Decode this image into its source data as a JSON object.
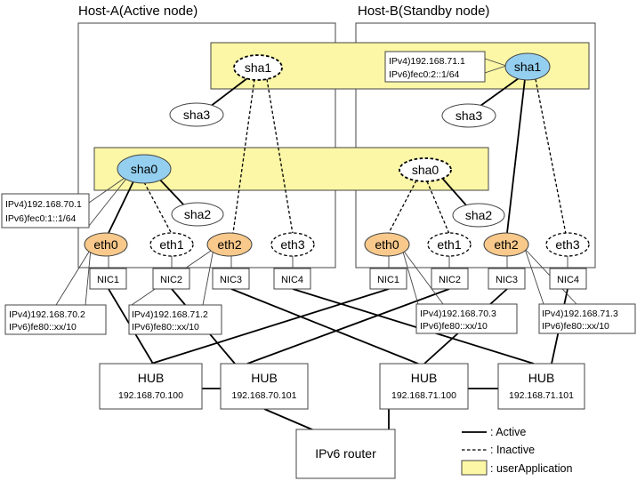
{
  "hosts": {
    "a": "Host-A(Active node)",
    "b": "Host-B(Standby node)"
  },
  "interfaces": {
    "sha0": "sha0",
    "sha1": "sha1",
    "sha2": "sha2",
    "sha3": "sha3",
    "eth0": "eth0",
    "eth1": "eth1",
    "eth2": "eth2",
    "eth3": "eth3"
  },
  "nics": {
    "nic1": "NIC1",
    "nic2": "NIC2",
    "nic3": "NIC3",
    "nic4": "NIC4"
  },
  "addresses": {
    "a_sha0": {
      "v4": "IPv4)192.168.70.1",
      "v6": "IPv6)fec0:1::1/64"
    },
    "b_sha1": {
      "v4": "IPv4)192.168.71.1",
      "v6": "IPv6)fec0:2::1/64"
    },
    "a_eth0": {
      "v4": "IPv4)192.168.70.2",
      "v6": "IPv6)fe80::xx/10"
    },
    "a_eth2": {
      "v4": "IPv4)192.168.71.2",
      "v6": "IPv6)fe80::xx/10"
    },
    "b_eth0": {
      "v4": "IPv4)192.168.70.3",
      "v6": "IPv6)fe80::xx/10"
    },
    "b_eth2": {
      "v4": "IPv4)192.168.71.3",
      "v6": "IPv6)fe80::xx/10"
    }
  },
  "hubs": [
    {
      "label": "HUB",
      "ip": "192.168.70.100"
    },
    {
      "label": "HUB",
      "ip": "192.168.70.101"
    },
    {
      "label": "HUB",
      "ip": "192.168.71.100"
    },
    {
      "label": "HUB",
      "ip": "192.168.71.101"
    }
  ],
  "router": "IPv6 router",
  "legend": {
    "active": ": Active",
    "inactive": ": Inactive",
    "userapp": ": userApplication"
  },
  "colors": {
    "userapp_fill": "#fbf7a6",
    "eth_active_fill": "#f8c98b",
    "sha_active_fill": "#94cff0"
  }
}
